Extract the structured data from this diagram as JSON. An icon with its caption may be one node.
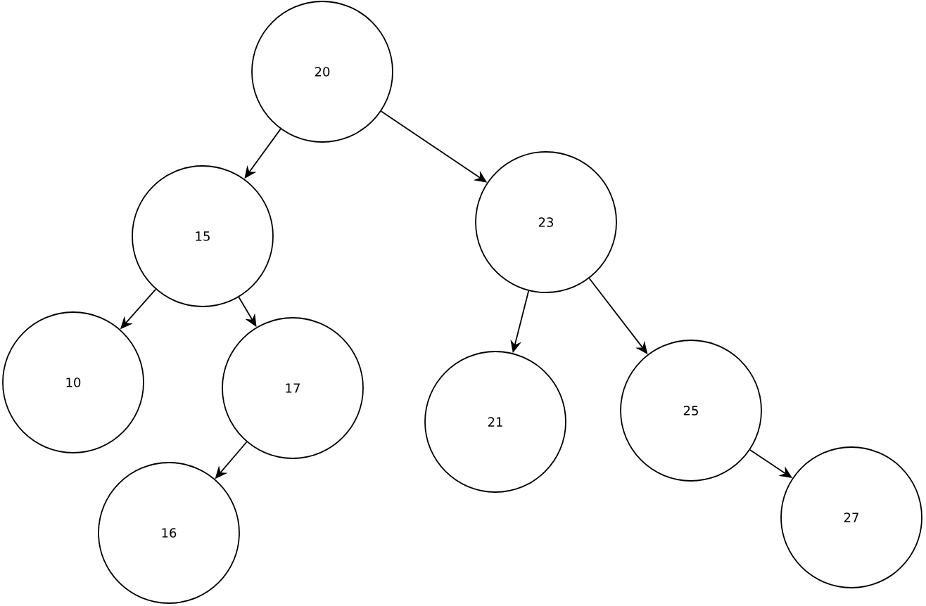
{
  "diagram": {
    "nodes": [
      {
        "text": [
          "20"
        ]
      },
      {
        "text": [
          "15"
        ]
      },
      {
        "text": [
          "23"
        ]
      },
      {
        "text": [
          "10"
        ]
      },
      {
        "text": [
          "17"
        ]
      },
      {
        "text": [
          "21"
        ]
      },
      {
        "text": [
          "25"
        ]
      },
      {
        "text": [
          "16"
        ]
      },
      {
        "text": [
          "27"
        ]
      }
    ],
    "edges": [
      {
        "from": 0,
        "to": 1,
        "arrow": "to"
      },
      {
        "from": 0,
        "to": 2,
        "arrow": "to"
      },
      {
        "from": 1,
        "to": 3,
        "arrow": "to"
      },
      {
        "from": 1,
        "to": 4,
        "arrow": "to"
      },
      {
        "from": 4,
        "to": 7,
        "arrow": "to"
      },
      {
        "from": 2,
        "to": 5,
        "arrow": "to"
      },
      {
        "from": 2,
        "to": 6,
        "arrow": "to"
      },
      {
        "from": 6,
        "to": 8,
        "arrow": "to"
      }
    ]
  }
}
